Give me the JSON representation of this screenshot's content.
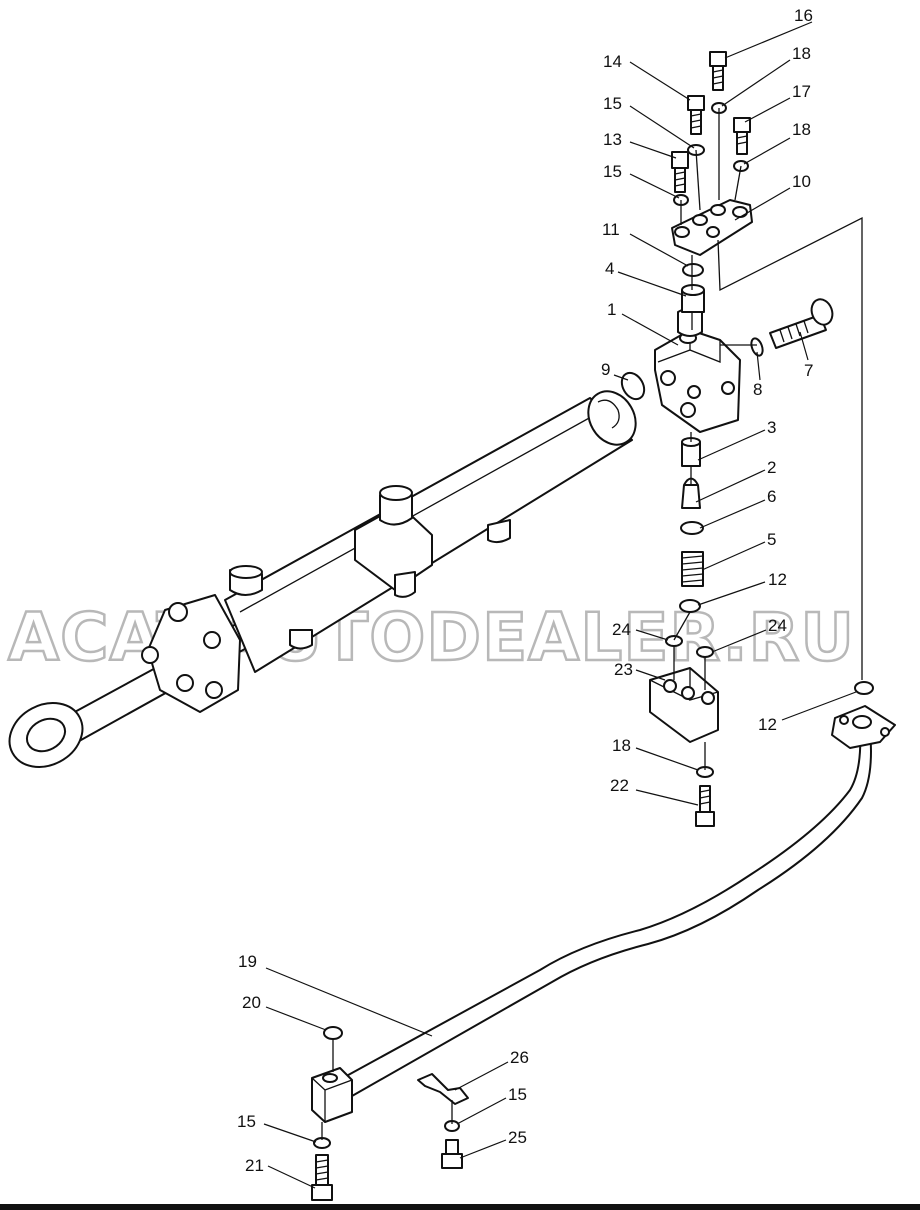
{
  "watermark": "ACAT.AUTODEALER.RU",
  "callouts": [
    {
      "id": "c16a",
      "text": "16"
    },
    {
      "id": "c18a",
      "text": "18"
    },
    {
      "id": "c14",
      "text": "14"
    },
    {
      "id": "c17",
      "text": "17"
    },
    {
      "id": "c15a",
      "text": "15"
    },
    {
      "id": "c18b",
      "text": "18"
    },
    {
      "id": "c13",
      "text": "13"
    },
    {
      "id": "c15b",
      "text": "15"
    },
    {
      "id": "c10",
      "text": "10"
    },
    {
      "id": "c11",
      "text": "11"
    },
    {
      "id": "c4",
      "text": "4"
    },
    {
      "id": "c1",
      "text": "1"
    },
    {
      "id": "c7",
      "text": "7"
    },
    {
      "id": "c8",
      "text": "8"
    },
    {
      "id": "c9",
      "text": "9"
    },
    {
      "id": "c3",
      "text": "3"
    },
    {
      "id": "c2",
      "text": "2"
    },
    {
      "id": "c6",
      "text": "6"
    },
    {
      "id": "c5",
      "text": "5"
    },
    {
      "id": "c12a",
      "text": "12"
    },
    {
      "id": "c24a",
      "text": "24"
    },
    {
      "id": "c24b",
      "text": "24"
    },
    {
      "id": "c23",
      "text": "23"
    },
    {
      "id": "c12b",
      "text": "12"
    },
    {
      "id": "c18c",
      "text": "18"
    },
    {
      "id": "c22",
      "text": "22"
    },
    {
      "id": "c19",
      "text": "19"
    },
    {
      "id": "c20",
      "text": "20"
    },
    {
      "id": "c26",
      "text": "26"
    },
    {
      "id": "c15c",
      "text": "15"
    },
    {
      "id": "c15d",
      "text": "15"
    },
    {
      "id": "c25",
      "text": "25"
    },
    {
      "id": "c21",
      "text": "21"
    }
  ]
}
